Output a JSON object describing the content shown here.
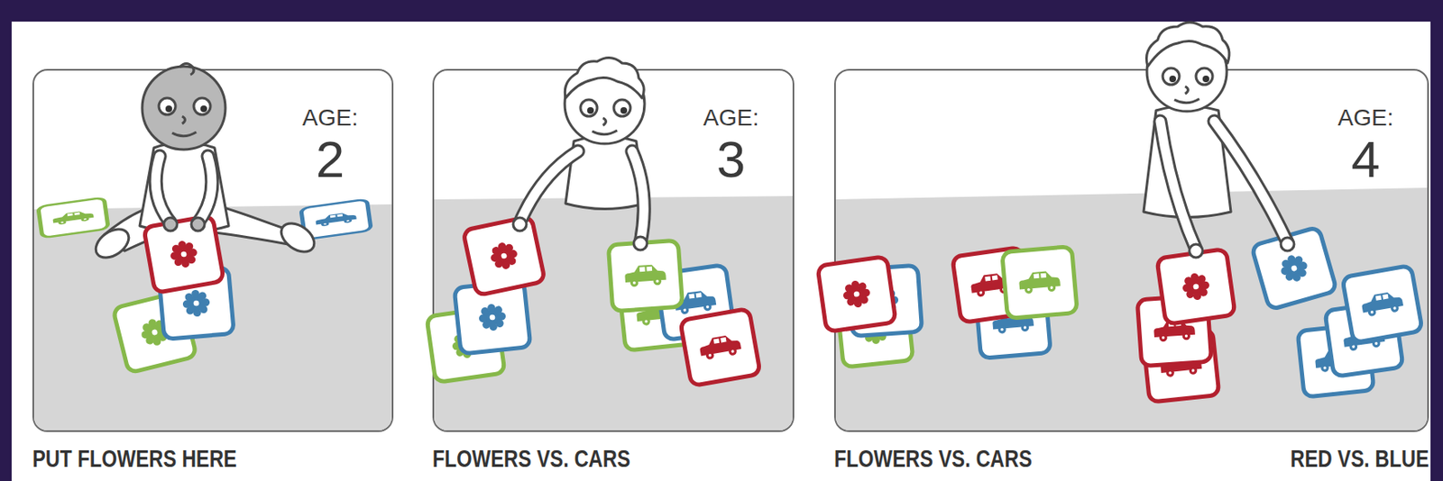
{
  "diagram": {
    "nodes": [
      {
        "text": [
          "AGE: 2",
          "PUT FLOWERS HERE"
        ]
      },
      {
        "text": [
          "AGE: 3",
          "FLOWERS VS. CARS"
        ]
      },
      {
        "text": [
          "AGE: 4",
          "FLOWERS VS. CARS",
          "RED VS. BLUE"
        ]
      }
    ]
  }
}
